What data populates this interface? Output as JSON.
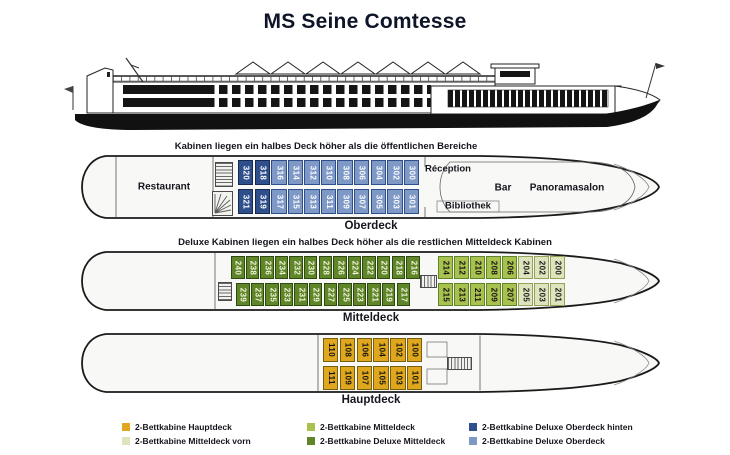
{
  "title": "MS Seine Comtesse",
  "notes": {
    "oberdeck": "Kabinen liegen ein halbes Deck höher als die öffentlichen Bereiche",
    "mitteldeck": "Deluxe Kabinen liegen ein halbes Deck höher als die restlichen Mitteldeck Kabinen"
  },
  "decks": {
    "oberdeck": {
      "label": "Oberdeck",
      "areas": {
        "restaurant": "Restaurant",
        "reception": "Réception",
        "bar": "Bar",
        "bibliothek": "Bibliothek",
        "panoramasalon": "Panoramasalon"
      },
      "cabins": {
        "top": [
          {
            "n": "320",
            "c": "doh"
          },
          {
            "n": "318",
            "c": "doh"
          },
          {
            "n": "316",
            "c": "do"
          },
          {
            "n": "314",
            "c": "do"
          },
          {
            "n": "312",
            "c": "do"
          },
          {
            "n": "310",
            "c": "do"
          },
          {
            "n": "308",
            "c": "do"
          },
          {
            "n": "306",
            "c": "do"
          },
          {
            "n": "304",
            "c": "do"
          },
          {
            "n": "302",
            "c": "do"
          },
          {
            "n": "300",
            "c": "do"
          }
        ],
        "bottom": [
          {
            "n": "321",
            "c": "doh"
          },
          {
            "n": "319",
            "c": "doh"
          },
          {
            "n": "317",
            "c": "do"
          },
          {
            "n": "315",
            "c": "do"
          },
          {
            "n": "313",
            "c": "do"
          },
          {
            "n": "311",
            "c": "do"
          },
          {
            "n": "309",
            "c": "do"
          },
          {
            "n": "307",
            "c": "do"
          },
          {
            "n": "305",
            "c": "do"
          },
          {
            "n": "303",
            "c": "do"
          },
          {
            "n": "301",
            "c": "do"
          }
        ]
      }
    },
    "mitteldeck": {
      "label": "Mitteldeck",
      "cabins": {
        "top_aft": [
          {
            "n": "240",
            "c": "dm"
          },
          {
            "n": "238",
            "c": "dm"
          },
          {
            "n": "236",
            "c": "dm"
          },
          {
            "n": "234",
            "c": "dm"
          },
          {
            "n": "232",
            "c": "dm"
          },
          {
            "n": "230",
            "c": "dm"
          },
          {
            "n": "228",
            "c": "dm"
          },
          {
            "n": "226",
            "c": "dm"
          },
          {
            "n": "224",
            "c": "dm"
          },
          {
            "n": "222",
            "c": "dm"
          },
          {
            "n": "220",
            "c": "dm"
          },
          {
            "n": "218",
            "c": "dm"
          },
          {
            "n": "216",
            "c": "dm"
          }
        ],
        "top_fore": [
          {
            "n": "214",
            "c": "m"
          },
          {
            "n": "212",
            "c": "m"
          },
          {
            "n": "210",
            "c": "m"
          },
          {
            "n": "208",
            "c": "m"
          },
          {
            "n": "206",
            "c": "m"
          },
          {
            "n": "204",
            "c": "mv"
          },
          {
            "n": "202",
            "c": "mv"
          },
          {
            "n": "200",
            "c": "mv"
          }
        ],
        "bottom_aft": [
          {
            "n": "239",
            "c": "dm"
          },
          {
            "n": "237",
            "c": "dm"
          },
          {
            "n": "235",
            "c": "dm"
          },
          {
            "n": "233",
            "c": "dm"
          },
          {
            "n": "231",
            "c": "dm"
          },
          {
            "n": "229",
            "c": "dm"
          },
          {
            "n": "227",
            "c": "dm"
          },
          {
            "n": "225",
            "c": "dm"
          },
          {
            "n": "223",
            "c": "dm"
          },
          {
            "n": "221",
            "c": "dm"
          },
          {
            "n": "219",
            "c": "dm"
          },
          {
            "n": "217",
            "c": "dm"
          }
        ],
        "bottom_fore": [
          {
            "n": "215",
            "c": "m"
          },
          {
            "n": "213",
            "c": "m"
          },
          {
            "n": "211",
            "c": "m"
          },
          {
            "n": "209",
            "c": "m"
          },
          {
            "n": "207",
            "c": "m"
          },
          {
            "n": "205",
            "c": "mv"
          },
          {
            "n": "203",
            "c": "mv"
          },
          {
            "n": "201",
            "c": "mv"
          }
        ]
      }
    },
    "hauptdeck": {
      "label": "Hauptdeck",
      "cabins": {
        "top": [
          {
            "n": "110",
            "c": "h"
          },
          {
            "n": "108",
            "c": "h"
          },
          {
            "n": "106",
            "c": "h"
          },
          {
            "n": "104",
            "c": "h"
          },
          {
            "n": "102",
            "c": "h"
          },
          {
            "n": "100",
            "c": "h"
          }
        ],
        "bottom": [
          {
            "n": "111",
            "c": "h"
          },
          {
            "n": "109",
            "c": "h"
          },
          {
            "n": "107",
            "c": "h"
          },
          {
            "n": "105",
            "c": "h"
          },
          {
            "n": "103",
            "c": "h"
          },
          {
            "n": "101",
            "c": "h"
          }
        ]
      }
    }
  },
  "cabin_categories": {
    "h": {
      "label": "2-Bettkabine Hauptdeck",
      "bg": "#DFA71D",
      "border": "#7A5E10",
      "text": "#121212"
    },
    "mv": {
      "label": "2-Bettkabine Mitteldeck vorn",
      "bg": "#DEE4BD",
      "border": "#93A257",
      "text": "#1A1A1A"
    },
    "m": {
      "label": "2-Bettkabine Mitteldeck",
      "bg": "#A9C24F",
      "border": "#5E8527",
      "text": "#121212"
    },
    "dm": {
      "label": "2-Bettkabine Deluxe Mitteldeck",
      "bg": "#5E8527",
      "border": "#30490F",
      "text": "#F2F5DC"
    },
    "doh": {
      "label": "2-Bettkabine Deluxe Oberdeck hinten",
      "bg": "#2F4F8C",
      "border": "#17294E",
      "text": "#FFFFFF"
    },
    "do": {
      "label": "2-Bettkabine Deluxe Oberdeck",
      "bg": "#7E99C6",
      "border": "#2F4F8C",
      "text": "#FFFFFF"
    }
  },
  "legend_order": [
    "h",
    "mv",
    "m",
    "dm",
    "doh",
    "do"
  ]
}
